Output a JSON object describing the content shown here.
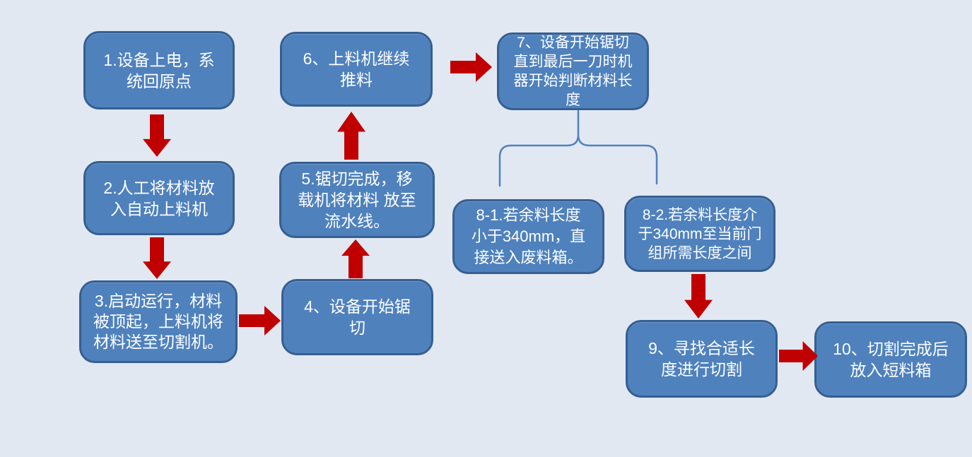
{
  "colors": {
    "background": "#e2e8f2",
    "box_fill": "#4f81bd",
    "box_border": "#365f91",
    "arrow": "#c00000",
    "bracket": "#4f81bd",
    "text": "#ffffff"
  },
  "nodes": [
    {
      "id": "1",
      "label": "1.设备上电，系统回原点"
    },
    {
      "id": "2",
      "label": "2.人工将材料放入自动上料机"
    },
    {
      "id": "3",
      "label": "3.启动运行，材料被顶起，上料机将材料送至切割机。"
    },
    {
      "id": "4",
      "label": "4、设备开始锯切"
    },
    {
      "id": "5",
      "label": "5.锯切完成，移载机将材料 放至流水线。"
    },
    {
      "id": "6",
      "label": "6、上料机继续推料"
    },
    {
      "id": "7",
      "label": "7、设备开始锯切直到最后一刀时机器开始判断材料长度"
    },
    {
      "id": "8-1",
      "label": "8-1.若余料长度小于340mm，直接送入废料箱。"
    },
    {
      "id": "8-2",
      "label": "8-2.若余料长度介于340mm至当前门组所需长度之间"
    },
    {
      "id": "9",
      "label": "9、寻找合适长度进行切割"
    },
    {
      "id": "10",
      "label": "10、切割完成后放入短料箱"
    }
  ]
}
